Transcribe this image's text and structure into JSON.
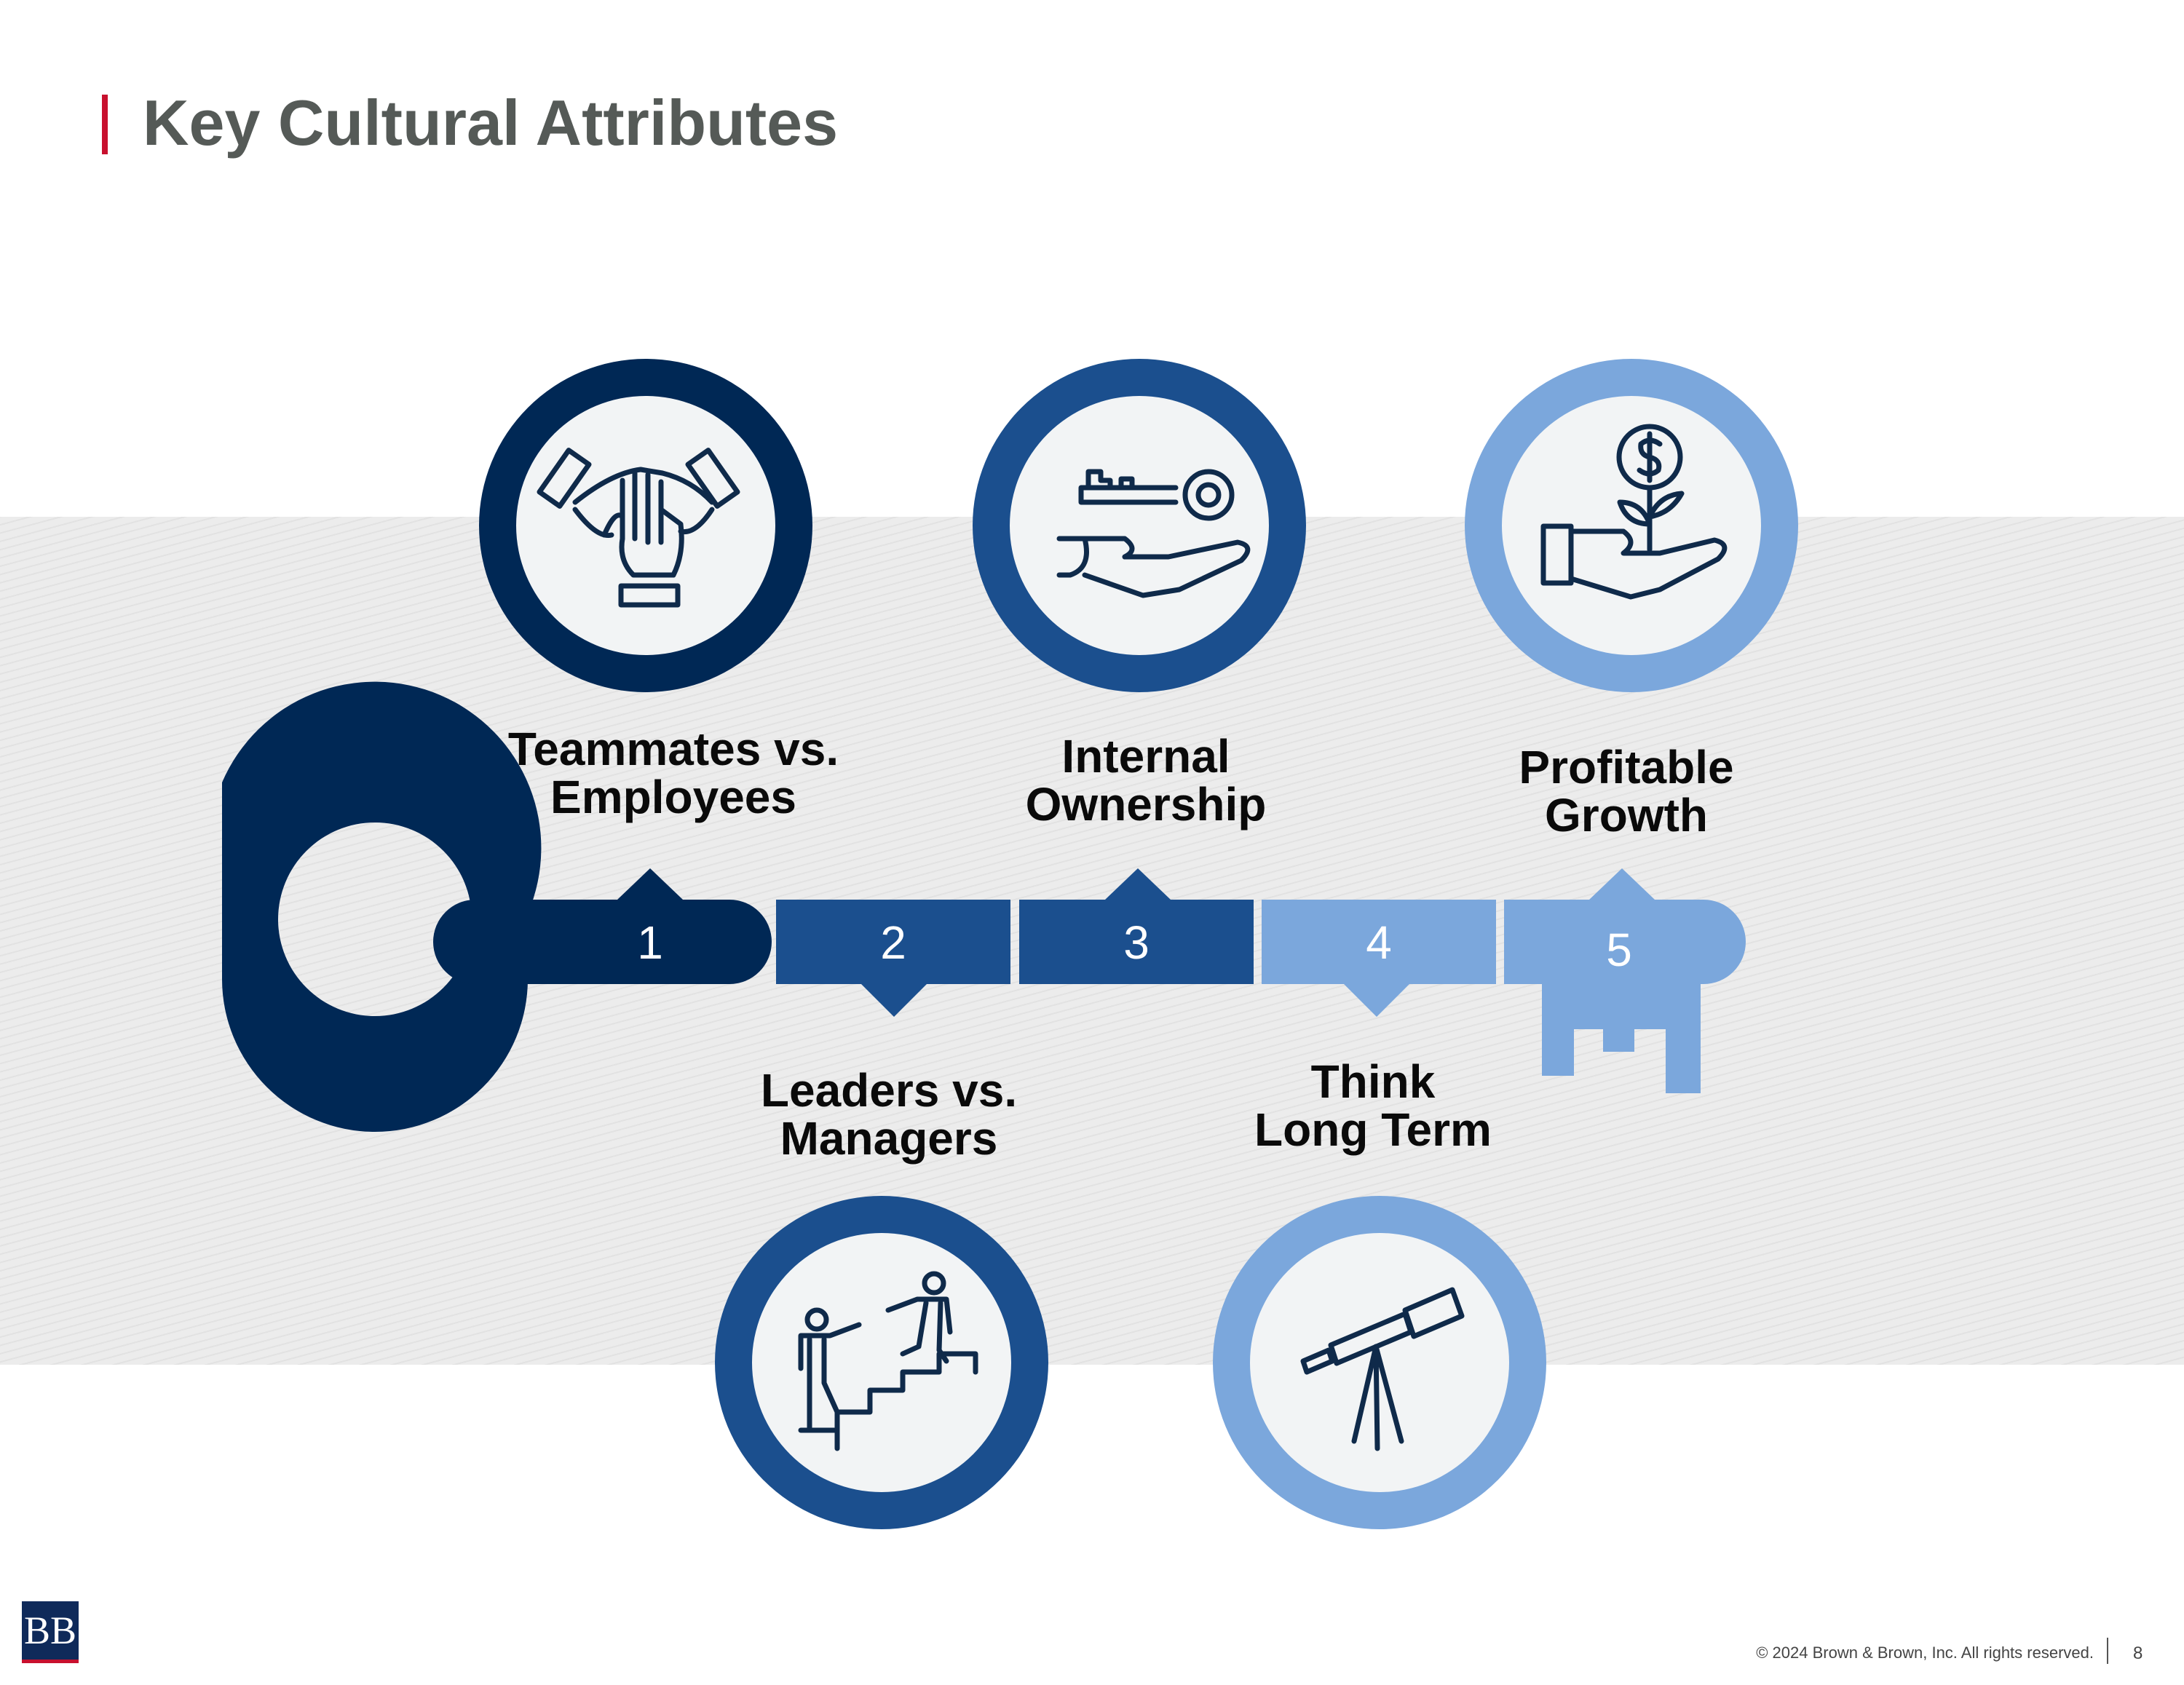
{
  "title": "Key Cultural Attributes",
  "colors": {
    "accent_red": "#C8102E",
    "navy": "#002855",
    "mid_blue": "#1B4F8E",
    "light_blue": "#7BA7DC",
    "icon_fill": "#F2F4F5",
    "icon_stroke": "#0F2A4A",
    "title_gray": "#555A57"
  },
  "attributes": [
    {
      "number": "1",
      "lines": [
        "Teammates vs.",
        "Employees"
      ],
      "icon": "handshake-stack-icon",
      "color": "#002855"
    },
    {
      "number": "2",
      "lines": [
        "Leaders vs.",
        "Managers"
      ],
      "icon": "leader-climbing-stairs-icon",
      "color": "#1B4F8E"
    },
    {
      "number": "3",
      "lines": [
        "Internal",
        "Ownership"
      ],
      "icon": "key-in-hand-icon",
      "color": "#1B4F8E"
    },
    {
      "number": "4",
      "lines": [
        "Think",
        "Long Term"
      ],
      "icon": "telescope-icon",
      "color": "#7BA7DC"
    },
    {
      "number": "5",
      "lines": [
        "Profitable",
        "Growth"
      ],
      "icon": "money-plant-in-hand-icon",
      "color": "#7BA7DC"
    }
  ],
  "logo": {
    "text": "BB"
  },
  "footer": {
    "copyright": "© 2024 Brown & Brown, Inc. All rights reserved.",
    "page_number": "8"
  }
}
